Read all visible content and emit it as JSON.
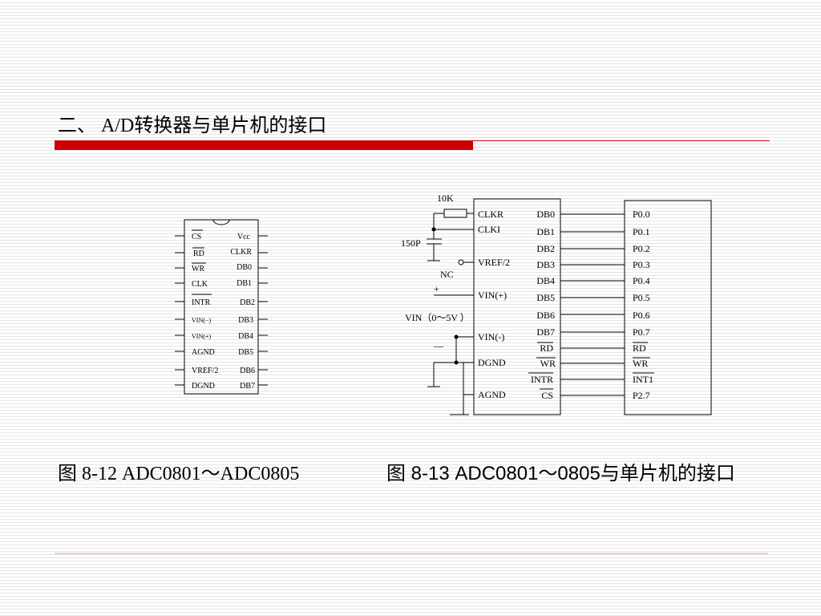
{
  "slide": {
    "title": "二、 A/D转换器与单片机的接口",
    "caption_left": "图 8-12  ADC0801～ADC0805",
    "caption_right": "图 8-13  ADC0801～0805与单片机的接口"
  },
  "colors": {
    "accent_red": "#cc0000",
    "stripe": "#e4e4e4",
    "ink": "#000000"
  },
  "chip_pinout": {
    "left_pins": [
      "CS",
      "RD",
      "WR",
      "CLK",
      "INTR",
      "VIN(−)",
      "VIN(+)",
      "AGND",
      "VREF/2",
      "DGND"
    ],
    "right_pins": [
      "Vcc",
      "CLKR",
      "DB0",
      "DB1",
      "DB2",
      "DB3",
      "DB4",
      "DB5",
      "DB6",
      "DB7"
    ]
  },
  "adc": {
    "left_pins": [
      "CLKR",
      "CLKI",
      "VREF/2",
      "VIN(+)",
      "VIN(-)",
      "DGND",
      "AGND"
    ],
    "right_pins": [
      "DB0",
      "DB1",
      "DB2",
      "DB3",
      "DB4",
      "DB5",
      "DB6",
      "DB7",
      "RD",
      "WR",
      "INTR",
      "CS"
    ]
  },
  "mcu": {
    "pins": [
      "P0.0",
      "P0.1",
      "P0.2",
      "P0.3",
      "P0.4",
      "P0.5",
      "P0.6",
      "P0.7",
      "RD",
      "WR",
      "INT1",
      "P2.7"
    ]
  },
  "components": {
    "resistor": "10K",
    "capacitor": "150P",
    "nc": "NC",
    "plus": "+",
    "minus": "—",
    "vin_range": "VIN（0～5V ）"
  }
}
